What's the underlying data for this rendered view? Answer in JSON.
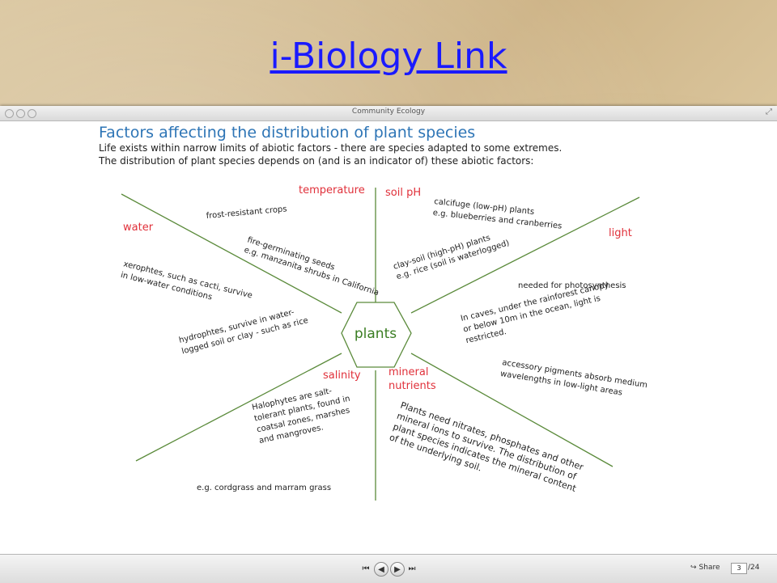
{
  "header": {
    "link_text": "i-Biology Link"
  },
  "window": {
    "title": "Community Ecology"
  },
  "slide": {
    "title": "Factors affecting the distribution of plant species",
    "subtitle_1": "Life exists within narrow limits of abiotic factors - there are species adapted to some extremes.",
    "subtitle_2": "The distribution of plant species depends on (and is an indicator of) these abiotic factors:",
    "center": "plants",
    "labels": {
      "temperature": "temperature",
      "soil_ph": "soil pH",
      "water": "water",
      "light": "light",
      "salinity": "salinity",
      "mineral_1": "mineral",
      "mineral_2": "nutrients"
    },
    "notes": {
      "frost": "frost-resistant crops",
      "fire_1": "fire-germinating seeds",
      "fire_2": "e.g. manzanita shrubs in California",
      "calcifuge_1": "calcifuge (low-pH) plants",
      "calcifuge_2": "e.g. blueberries and cranberries",
      "clay_1": "clay-soil (high-pH) plants",
      "clay_2": "e.g. rice (soil is waterlogged)",
      "xero_1": "xerophtes, such as cacti, survive",
      "xero_2": "in low-water conditions",
      "hydro_1": "hydrophtes, survive in water-",
      "hydro_2": "logged soil or clay - such as rice",
      "photo": "needed for photosynthesis",
      "caves_1": "In caves, under the rainforest canopy",
      "caves_2": "or below 10m in the ocean, light is",
      "caves_3": "restricted.",
      "pigment_1": "accessory pigments absorb medium",
      "pigment_2": "wavelengths in low-light areas",
      "halo_1": "Halophytes are salt-",
      "halo_2": "tolerant plants, found in",
      "halo_3": "coatsal zones, marshes",
      "halo_4": "and mangroves.",
      "cord": "e.g. cordgrass and marram grass",
      "mineral_1": "Plants need nitrates, phosphates and other",
      "mineral_2": "mineral ions to survive. The distribution of",
      "mineral_3": "plant species indicates the mineral content",
      "mineral_4": "of the underlying soil."
    }
  },
  "footer": {
    "share_label": "Share",
    "page_current": "3",
    "page_total": "/24",
    "btn_first": "⏮",
    "btn_prev": "◀",
    "btn_next": "▶",
    "btn_last": "⏭"
  },
  "colors": {
    "link": "#1a1aff",
    "title_blue": "#2e75b6",
    "factor_red": "#e0303a",
    "center_green": "#3a7d22",
    "line_green": "#5a8a3a"
  }
}
